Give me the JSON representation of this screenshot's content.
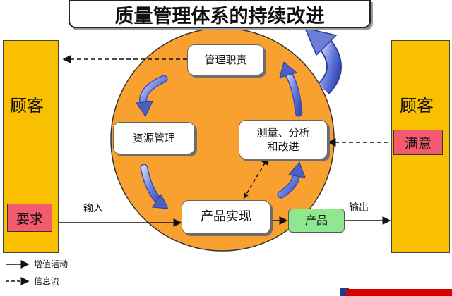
{
  "title": "质量管理体系的持续改进",
  "customer_left": {
    "label": "顾客",
    "requirement": "要求"
  },
  "customer_right": {
    "label": "顾客",
    "satisfaction": "满意"
  },
  "nodes": {
    "management": "管理职责",
    "resource": "资源管理",
    "measure_line1": "测量、分析",
    "measure_line2": "和改进",
    "realization": "产品实现",
    "product": "产品"
  },
  "flow_labels": {
    "input": "输入",
    "output": "输出"
  },
  "legend": {
    "value_activity": "增值活动",
    "info_flow": "信息流"
  },
  "colors": {
    "circle": "#f8a030",
    "panel": "#f8c000",
    "red_box": "#f45a6d",
    "product_box": "#8fe88f",
    "arrow": "#5a6fd0"
  }
}
